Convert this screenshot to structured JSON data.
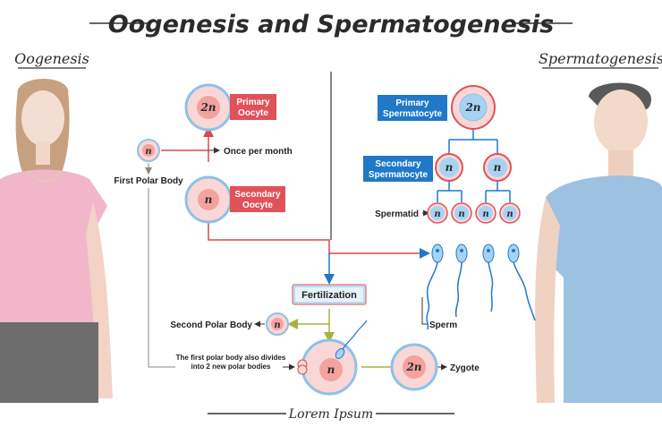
{
  "title": "Oogenesis and Spermatogenesis",
  "left_heading": "Oogenesis",
  "right_heading": "Spermatogenesis",
  "footer": "Lorem Ipsum",
  "cells": {
    "primary_oocyte": "2n",
    "secondary_oocyte": "n",
    "first_polar_body": "n",
    "second_polar_body": "n",
    "primary_spermatocyte": "2n",
    "secondary_spermatocyte_1": "n",
    "secondary_spermatocyte_2": "n",
    "spermatid_1": "n",
    "spermatid_2": "n",
    "spermatid_3": "n",
    "spermatid_4": "n",
    "fertilized_egg": "n",
    "zygote": "2n"
  },
  "labels": {
    "primary_oocyte": [
      "Primary",
      "Oocyte"
    ],
    "secondary_oocyte": [
      "Secondary",
      "Oocyte"
    ],
    "primary_spermatocyte": [
      "Primary",
      "Spermatocyte"
    ],
    "secondary_spermatocyte": [
      "Secondary",
      "Spermatocyte"
    ],
    "once_per_month": "Once per month",
    "first_polar_body": "First Polar Body",
    "second_polar_body": "Second Polar Body",
    "spermatid": "Spermatid",
    "sperm": "Sperm",
    "zygote": "Zygote",
    "fertilization": "Fertilization",
    "polar_note": [
      "The first polar body also divides",
      "into 2 new polar bodies"
    ]
  },
  "colors": {
    "oogenesis_box": "#e0525a",
    "spermatogenesis_box": "#1f78c8",
    "egg_fill": "#f9d7d6",
    "egg_nucleus": "#f4a29e",
    "sperm_cell_fill": "#a8d2f2",
    "cell_ring": "#8fc0e8",
    "fertilization_box": "#e6f3fc",
    "line_red": "#d94a4a",
    "line_blue": "#1f78c8",
    "line_olive": "#a8b040"
  }
}
